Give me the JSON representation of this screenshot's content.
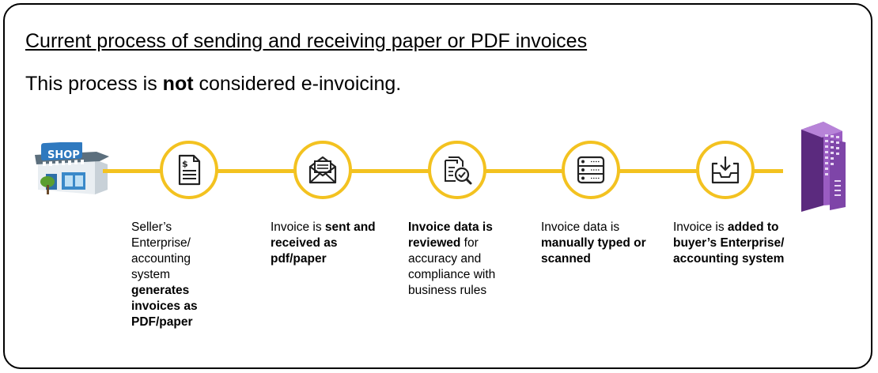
{
  "title": "Current process of sending and receiving paper or PDF invoices",
  "subtitle": {
    "before": "This process is ",
    "bold": "not",
    "after": " considered e-invoicing."
  },
  "shop_sign": "SHOP",
  "steps": [
    {
      "icon": "invoice-document-icon",
      "parts": [
        {
          "t": "Seller’s Enterprise/ accounting system ",
          "b": false
        },
        {
          "t": "generates invoices as PDF/paper",
          "b": true
        }
      ]
    },
    {
      "icon": "envelope-icon",
      "parts": [
        {
          "t": "Invoice is ",
          "b": false
        },
        {
          "t": "sent and received as pdf/paper",
          "b": true
        }
      ]
    },
    {
      "icon": "document-review-icon",
      "parts": [
        {
          "t": "Invoice data is reviewed",
          "b": true
        },
        {
          "t": " for accuracy and compliance with business rules",
          "b": false
        }
      ]
    },
    {
      "icon": "server-storage-icon",
      "parts": [
        {
          "t": "Invoice data is ",
          "b": false
        },
        {
          "t": "manually typed or scanned",
          "b": true
        }
      ]
    },
    {
      "icon": "inbox-download-icon",
      "parts": [
        {
          "t": "Invoice is ",
          "b": false
        },
        {
          "t": "added to buyer’s Enterprise/ accounting system",
          "b": true
        }
      ]
    }
  ],
  "colors": {
    "accent": "#f3c220",
    "building": "#7b3fa0",
    "shop_blue": "#3a89c9",
    "shop_green": "#5a9e2f"
  }
}
